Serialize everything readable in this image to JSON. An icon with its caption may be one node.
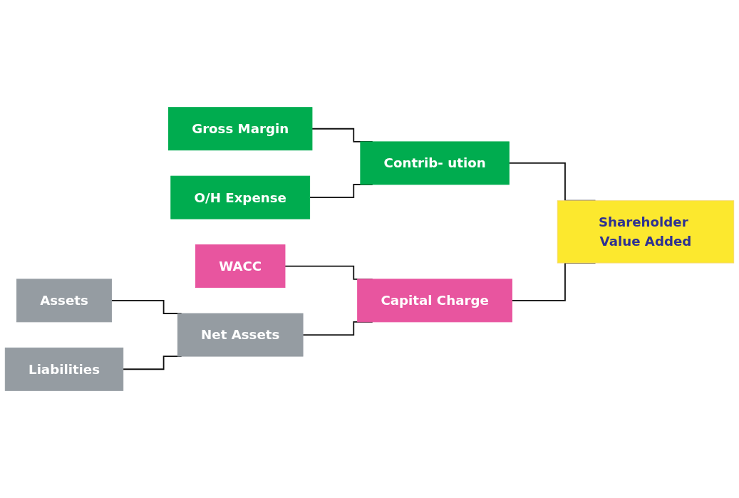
{
  "diagram": {
    "nodes": [
      {
        "text": [
          "Gross Margin"
        ]
      },
      {
        "text": [
          "O/H Expense"
        ]
      },
      {
        "text": [
          "Contrib- ution"
        ]
      },
      {
        "text": [
          "Shareholder Value Added"
        ]
      },
      {
        "text": [
          "WACC"
        ]
      },
      {
        "text": [
          "Capital Charge"
        ]
      },
      {
        "text": [
          "Assets"
        ]
      },
      {
        "text": [
          "Net Assets"
        ]
      },
      {
        "text": [
          "Liabilities"
        ]
      }
    ],
    "edges": [
      {
        "from": 0,
        "to": 2,
        "arrow": "none"
      },
      {
        "from": 1,
        "to": 2,
        "arrow": "none"
      },
      {
        "from": 2,
        "to": 3,
        "arrow": "none"
      },
      {
        "from": 5,
        "to": 3,
        "arrow": "none"
      },
      {
        "from": 4,
        "to": 5,
        "arrow": "none"
      },
      {
        "from": 7,
        "to": 5,
        "arrow": "none"
      },
      {
        "from": 6,
        "to": 7,
        "arrow": "none"
      },
      {
        "from": 8,
        "to": 7,
        "arrow": "none"
      }
    ]
  }
}
